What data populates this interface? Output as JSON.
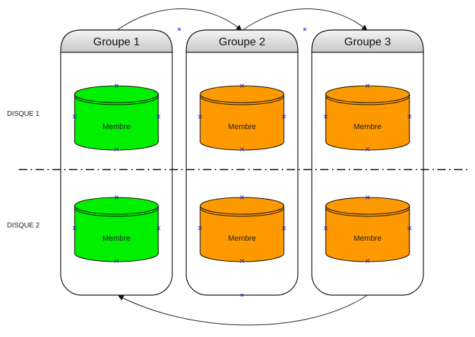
{
  "diagram": {
    "groups": [
      {
        "title": "Groupe 1"
      },
      {
        "title": "Groupe 2"
      },
      {
        "title": "Groupe 3"
      }
    ],
    "rows": [
      {
        "label": "DISQUE 1"
      },
      {
        "label": "DISQUE 2"
      }
    ],
    "cells": [
      [
        {
          "label": "Membre",
          "color": "#00f000"
        },
        {
          "label": "Membre",
          "color": "#ff9900"
        },
        {
          "label": "Membre",
          "color": "#ff9900"
        }
      ],
      [
        {
          "label": "Membre",
          "color": "#00f000"
        },
        {
          "label": "Membre",
          "color": "#ff9900"
        },
        {
          "label": "Membre",
          "color": "#ff9900"
        }
      ]
    ],
    "arrows": [
      {
        "from": "Groupe 1",
        "to": "Groupe 2"
      },
      {
        "from": "Groupe 2",
        "to": "Groupe 3"
      },
      {
        "from": "Groupe 3",
        "to": "Groupe 1"
      }
    ],
    "colors": {
      "primary_member": "#00f000",
      "secondary_member": "#ff9900",
      "connection_marker": "#2a2ad0"
    }
  }
}
